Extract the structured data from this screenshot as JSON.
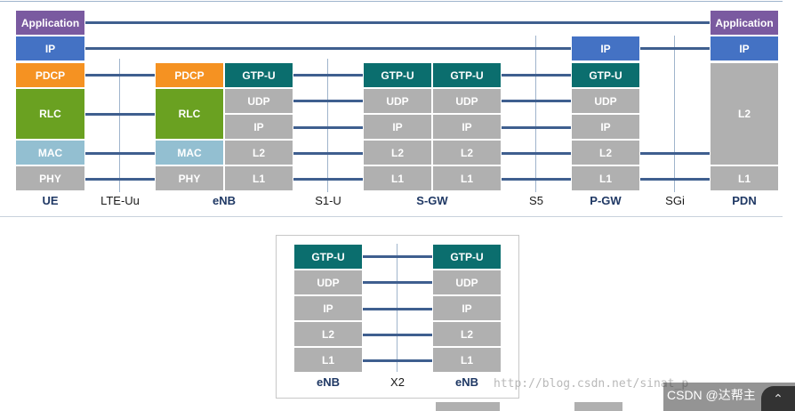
{
  "top": {
    "ue": {
      "label": "UE",
      "layers": [
        "Application",
        "IP",
        "PDCP",
        "RLC",
        "MAC",
        "PHY"
      ]
    },
    "enb": {
      "label": "eNB",
      "left": [
        "PDCP",
        "RLC",
        "MAC",
        "PHY"
      ],
      "right": [
        "GTP-U",
        "UDP",
        "IP",
        "L2",
        "L1"
      ]
    },
    "sgw": {
      "label": "S-GW",
      "left": [
        "GTP-U",
        "UDP",
        "IP",
        "L2",
        "L1"
      ],
      "right": [
        "GTP-U",
        "UDP",
        "IP",
        "L2",
        "L1"
      ]
    },
    "pgw": {
      "label": "P-GW",
      "layers": [
        "IP",
        "GTP-U",
        "UDP",
        "IP",
        "L2",
        "L1"
      ]
    },
    "pdn": {
      "label": "PDN",
      "layers": [
        "Application",
        "IP",
        "L2",
        "L1"
      ]
    },
    "interfaces": [
      "LTE-Uu",
      "S1-U",
      "S5",
      "SGi"
    ]
  },
  "bottom": {
    "left": {
      "label": "eNB",
      "layers": [
        "GTP-U",
        "UDP",
        "IP",
        "L2",
        "L1"
      ]
    },
    "right": {
      "label": "eNB",
      "layers": [
        "GTP-U",
        "UDP",
        "IP",
        "L2",
        "L1"
      ]
    },
    "interface": "X2"
  },
  "watermark": "http://blog.csdn.net/sinat_p",
  "csdn_badge": "CSDN @达帮主",
  "colors": {
    "application": "#7a5aa0",
    "ip": "#4472c4",
    "pdcp": "#f59222",
    "rlc": "#6aa121",
    "mac": "#93bfd1",
    "gray": "#b0b0b0",
    "gtp": "#0b6e6e",
    "link": "#3f5f8f"
  }
}
